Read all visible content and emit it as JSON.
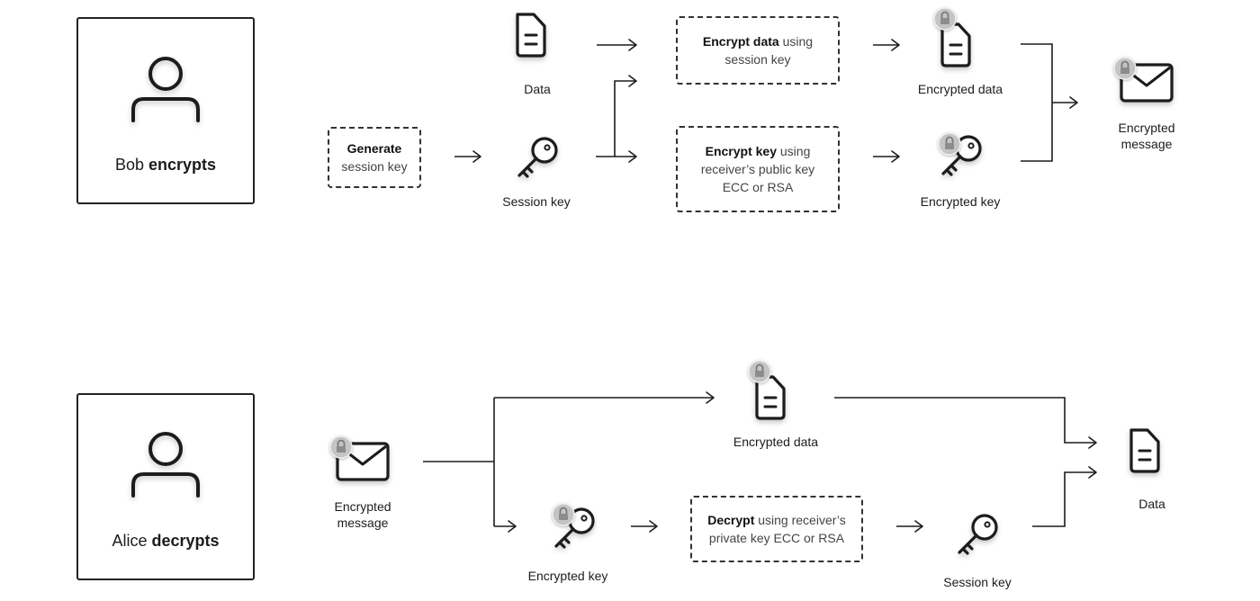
{
  "bob": {
    "name": "Bob",
    "action": "encrypts",
    "generate_box": {
      "strong": "Generate",
      "rest": "session key"
    },
    "data_label": "Data",
    "session_key_label": "Session key",
    "encrypt_data_box": {
      "strong": "Encrypt data",
      "rest1": " using",
      "rest2": "session key"
    },
    "encrypt_key_box": {
      "strong": "Encrypt key",
      "rest1": " using",
      "rest2": "receiver’s public key",
      "rest3": "ECC or RSA"
    },
    "encrypted_data_label": "Encrypted data",
    "encrypted_key_label": "Encrypted key",
    "encrypted_message_label_1": "Encrypted",
    "encrypted_message_label_2": "message"
  },
  "alice": {
    "name": "Alice",
    "action": "decrypts",
    "encrypted_message_label_1": "Encrypted",
    "encrypted_message_label_2": "message",
    "encrypted_data_label": "Encrypted data",
    "encrypted_key_label": "Encrypted key",
    "decrypt_box": {
      "strong": "Decrypt",
      "rest1": " using receiver’s",
      "rest2": "private key ECC or RSA"
    },
    "session_key_label": "Session key",
    "data_label": "Data"
  },
  "icons": [
    "person-icon",
    "document-icon",
    "key-icon",
    "envelope-icon",
    "lock-badge-icon"
  ],
  "colors": {
    "stroke": "#1c1c1c",
    "badge": "#bdbdbd"
  }
}
